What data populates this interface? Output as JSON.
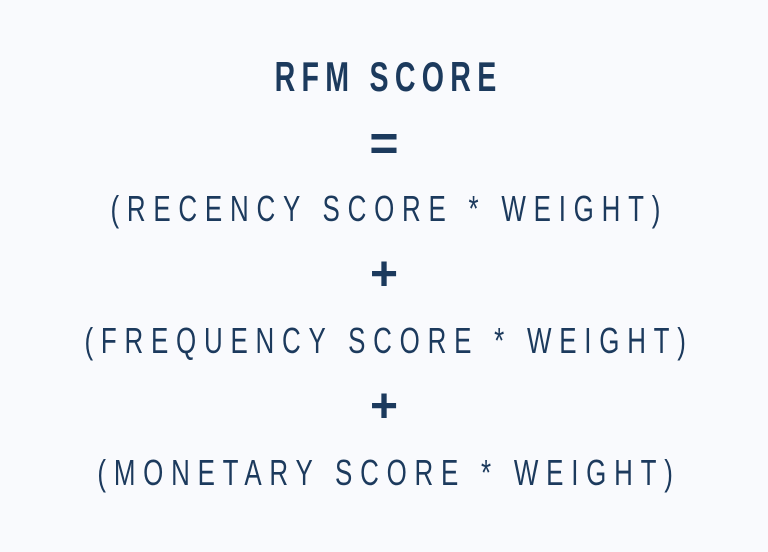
{
  "colors": {
    "background": "#f9fafd",
    "text": "#1c3a5d"
  },
  "formula": {
    "title": "RFM SCORE",
    "operators": {
      "equals": "=",
      "plus": "+"
    },
    "terms": [
      {
        "label": "(RECENCY SCORE * WEIGHT)"
      },
      {
        "label": "(FREQUENCY SCORE * WEIGHT)"
      },
      {
        "label": "(MONETARY SCORE * WEIGHT)"
      }
    ]
  }
}
